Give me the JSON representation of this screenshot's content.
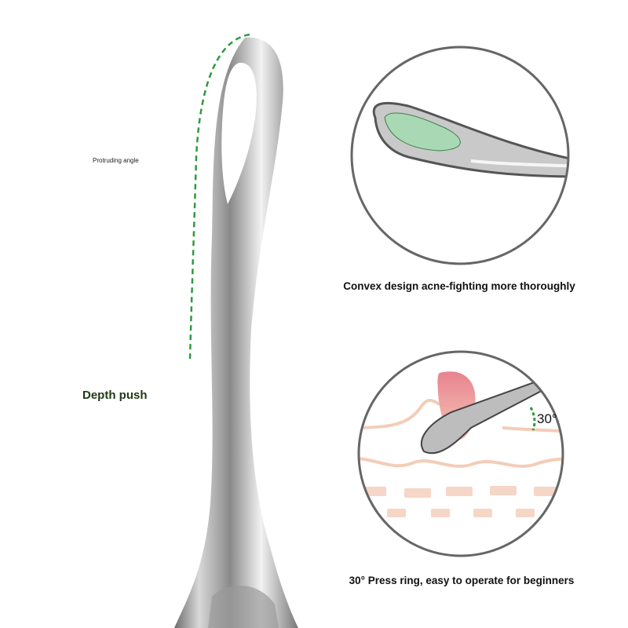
{
  "labels": {
    "protruding_angle": "Protruding angle",
    "depth_push": "Depth push",
    "angle_value": "30°"
  },
  "captions": {
    "convex": "Convex design acne-fighting more thoroughly",
    "press_ring": "30° Press ring, easy to operate for beginners"
  },
  "colors": {
    "guide_green": "#2e9a3e",
    "skin_line": "#f3cdb8",
    "circle_border": "#666666",
    "pimple": "#e98a94"
  }
}
